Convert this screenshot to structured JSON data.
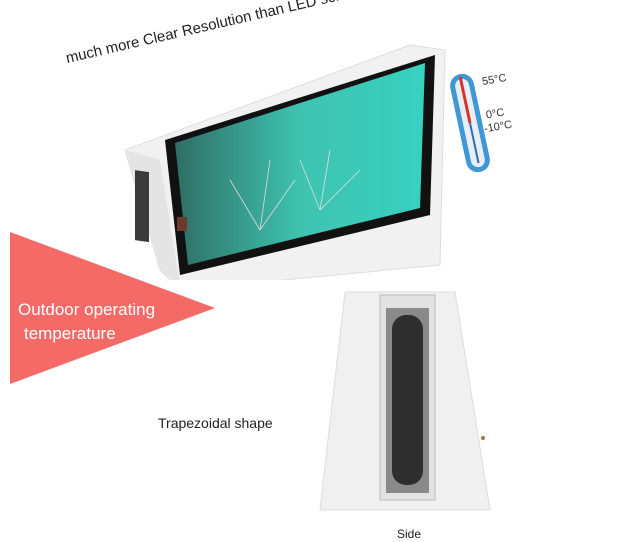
{
  "headline": "much more Clear Resolution than LED screen",
  "thermometer": {
    "high": "55°C",
    "zero": "0°C",
    "low": "-10°C"
  },
  "callout": {
    "line1": "Outdoor operating",
    "line2": "temperature",
    "color": "#f36a67"
  },
  "trapezoid_label": "Trapezoidal shape",
  "side_label": "Side"
}
